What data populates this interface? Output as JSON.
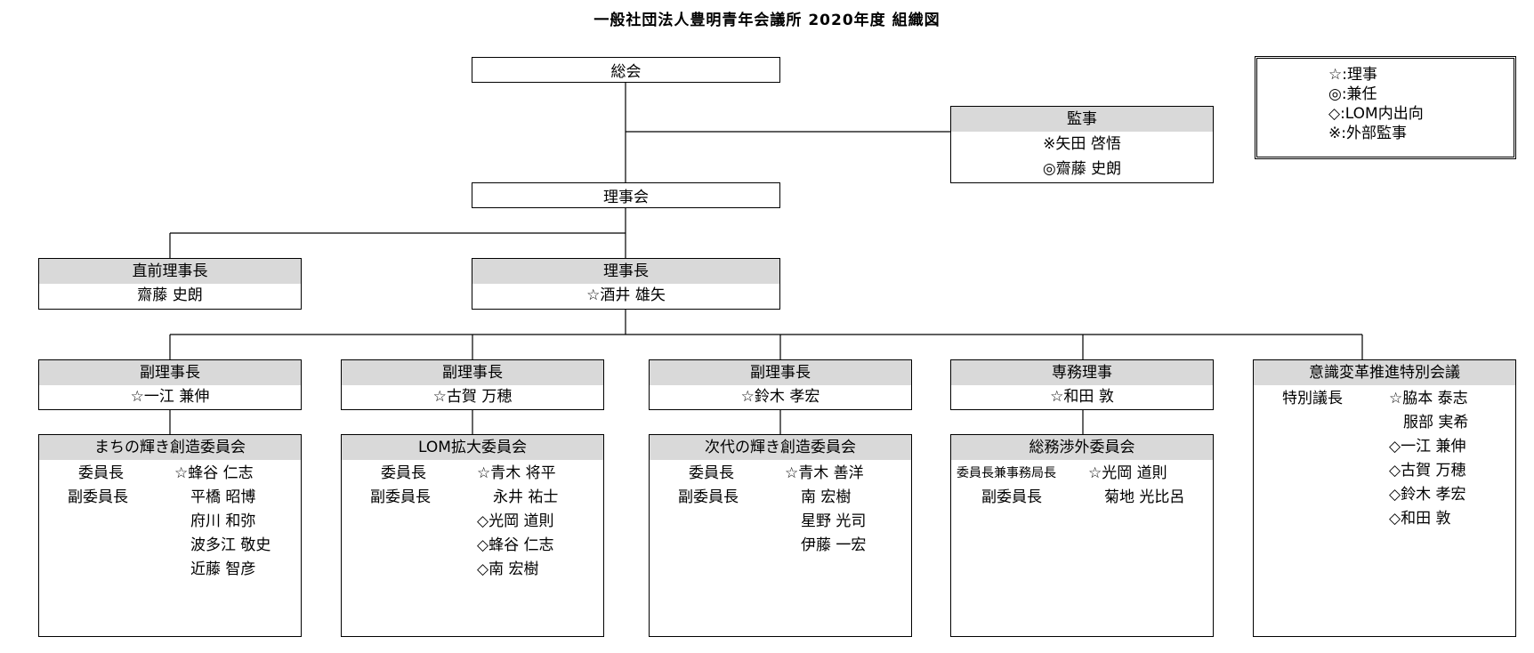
{
  "title": "一般社団法人豊明青年会議所  2020年度  組織図",
  "legend": [
    "☆:理事",
    "◎:兼任",
    "◇:LOM内出向",
    "※:外部監事"
  ],
  "general_assembly": "総会",
  "auditors": {
    "heading": "監事",
    "members": [
      "※矢田  啓悟",
      "◎齋藤  史朗"
    ]
  },
  "board": "理事会",
  "past_president": {
    "heading": "直前理事長",
    "name": "齋藤  史朗"
  },
  "president": {
    "heading": "理事長",
    "name": "☆酒井  雄矢"
  },
  "officers": [
    {
      "heading": "副理事長",
      "name": "☆一江  兼伸"
    },
    {
      "heading": "副理事長",
      "name": "☆古賀  万穂"
    },
    {
      "heading": "副理事長",
      "name": "☆鈴木  孝宏"
    },
    {
      "heading": "専務理事",
      "name": "☆和田  敦"
    }
  ],
  "special": {
    "heading": "意識変革推進特別会議",
    "role": "特別議長",
    "members": [
      "☆脇本  泰志",
      "服部  実希",
      "◇一江  兼伸",
      "◇古賀  万穂",
      "◇鈴木  孝宏",
      "◇和田  敦"
    ]
  },
  "committees": [
    {
      "heading": "まちの輝き創造委員会",
      "chair_role": "委員長",
      "chair": "☆蜂谷  仁志",
      "vice_role": "副委員長",
      "members": [
        "平橋  昭博",
        "府川  和弥",
        "波多江  敬史",
        "近藤  智彦"
      ]
    },
    {
      "heading": "LOM拡大委員会",
      "chair_role": "委員長",
      "chair": "☆青木  将平",
      "vice_role": "副委員長",
      "members": [
        "永井  祐士",
        "◇光岡  道則",
        "◇蜂谷  仁志",
        "◇南  宏樹"
      ]
    },
    {
      "heading": "次代の輝き創造委員会",
      "chair_role": "委員長",
      "chair": "☆青木  善洋",
      "vice_role": "副委員長",
      "members": [
        "南  宏樹",
        "星野  光司",
        "伊藤  一宏"
      ]
    },
    {
      "heading": "総務渉外委員会",
      "chair_role": "委員長兼事務局長",
      "chair": "☆光岡  道則",
      "vice_role": "副委員長",
      "members": [
        "菊地  光比呂"
      ]
    }
  ]
}
